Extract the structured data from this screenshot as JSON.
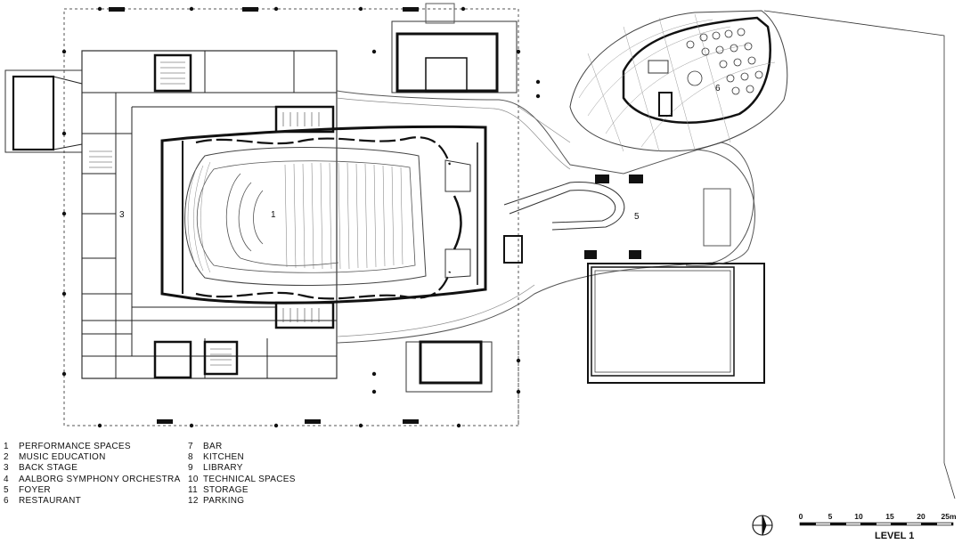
{
  "plan": {
    "room_numbers": [
      {
        "id": "label-performance",
        "text": "1"
      },
      {
        "id": "label-backstage",
        "text": "3"
      },
      {
        "id": "label-foyer",
        "text": "5"
      },
      {
        "id": "label-restaurant",
        "text": "6"
      }
    ]
  },
  "legend": {
    "left": [
      {
        "num": "1",
        "label": "PERFORMANCE SPACES"
      },
      {
        "num": "2",
        "label": "MUSIC EDUCATION"
      },
      {
        "num": "3",
        "label": "BACK STAGE"
      },
      {
        "num": "4",
        "label": "AALBORG SYMPHONY ORCHESTRA"
      },
      {
        "num": "5",
        "label": "FOYER"
      },
      {
        "num": "6",
        "label": "RESTAURANT"
      }
    ],
    "right": [
      {
        "num": "7",
        "label": "BAR"
      },
      {
        "num": "8",
        "label": "KITCHEN"
      },
      {
        "num": "9",
        "label": "LIBRARY"
      },
      {
        "num": "10",
        "label": "TECHNICAL SPACES"
      },
      {
        "num": "11",
        "label": "STORAGE"
      },
      {
        "num": "12",
        "label": "PARKING"
      }
    ]
  },
  "scale_bar": {
    "ticks": [
      "0",
      "5",
      "10",
      "15",
      "20",
      "25m"
    ]
  },
  "level_title": "LEVEL 1",
  "icons": [
    "north-arrow-icon"
  ],
  "colors": {
    "ink": "#111111",
    "line": "#333333",
    "background": "#ffffff"
  }
}
